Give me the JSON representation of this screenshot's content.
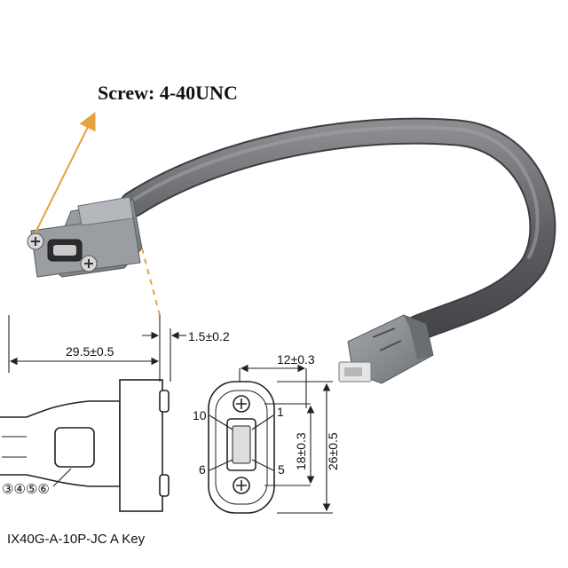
{
  "labels": {
    "screw": "Screw: 4-40UNC",
    "thickness": "1.5±0.2",
    "length": "29.5±0.5",
    "pitch": "12±0.3",
    "inner_height": "18±0.3",
    "outer_height": "26±0.5",
    "pin_top_left": "10",
    "pin_top_right": "1",
    "pin_bottom_left": "6",
    "pin_bottom_right": "5",
    "pin_numbers": "③④⑤⑥",
    "part_number": "IX40G-A-10P-JC A Key"
  },
  "colors": {
    "cable": "#6c6e72",
    "connector": "#8d9094",
    "accent_arrow": "#e6a23c"
  },
  "icons": {
    "screw_head": "cross-screw-icon",
    "arrow": "leader-arrow-icon"
  }
}
